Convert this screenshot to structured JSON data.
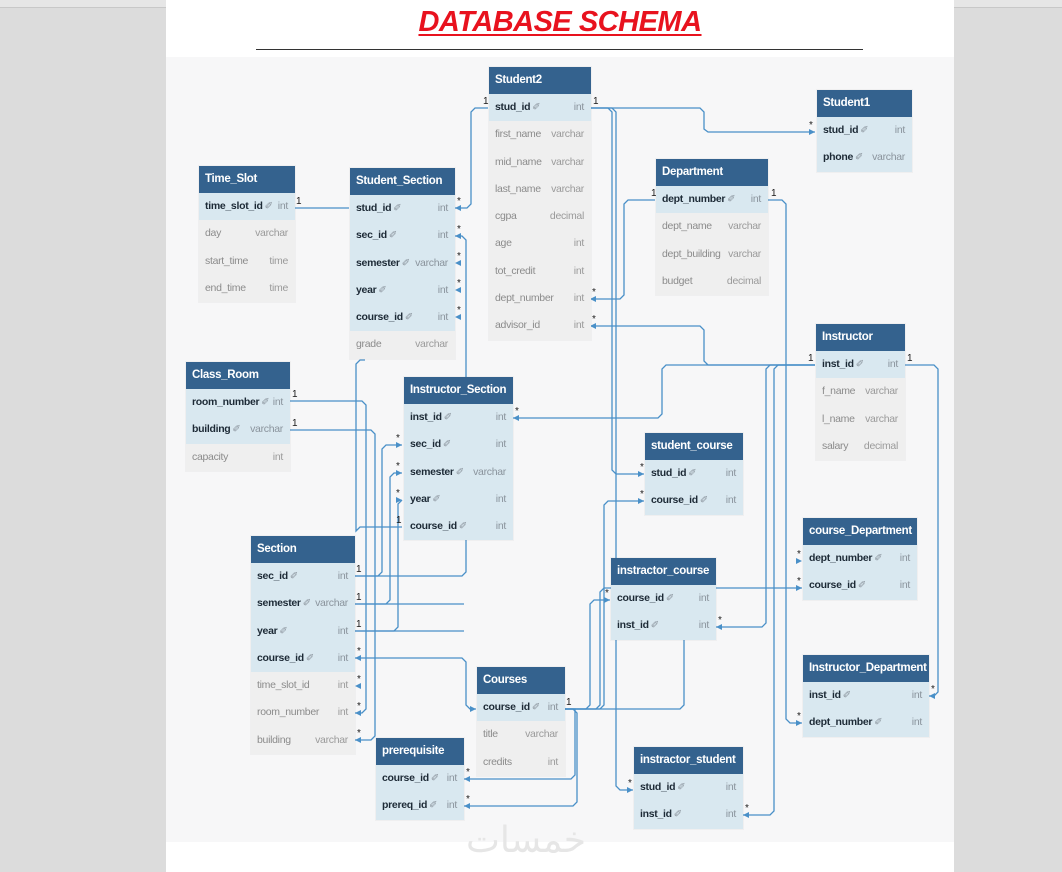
{
  "title": "DATABASE SCHEMA",
  "watermark": "خمسات",
  "colors": {
    "header": "#34628e",
    "key_row": "#d9e8f0",
    "plain_row": "#efefef",
    "line": "#4a90c8",
    "title": "#e8121e"
  },
  "tables": [
    {
      "id": "student2",
      "name": "Student2",
      "fields": [
        {
          "name": "stud_id",
          "type": "int",
          "key": true
        },
        {
          "name": "first_name",
          "type": "varchar",
          "key": false
        },
        {
          "name": "mid_name",
          "type": "varchar",
          "key": false
        },
        {
          "name": "last_name",
          "type": "varchar",
          "key": false
        },
        {
          "name": "cgpa",
          "type": "decimal",
          "key": false
        },
        {
          "name": "age",
          "type": "int",
          "key": false
        },
        {
          "name": "tot_credit",
          "type": "int",
          "key": false
        },
        {
          "name": "dept_number",
          "type": "int",
          "key": false
        },
        {
          "name": "advisor_id",
          "type": "int",
          "key": false
        }
      ]
    },
    {
      "id": "student1",
      "name": "Student1",
      "fields": [
        {
          "name": "stud_id",
          "type": "int",
          "key": true
        },
        {
          "name": "phone",
          "type": "varchar",
          "key": true
        }
      ]
    },
    {
      "id": "time_slot",
      "name": "Time_Slot",
      "fields": [
        {
          "name": "time_slot_id",
          "type": "int",
          "key": true
        },
        {
          "name": "day",
          "type": "varchar",
          "key": false
        },
        {
          "name": "start_time",
          "type": "time",
          "key": false
        },
        {
          "name": "end_time",
          "type": "time",
          "key": false
        }
      ]
    },
    {
      "id": "student_section",
      "name": "Student_Section",
      "fields": [
        {
          "name": "stud_id",
          "type": "int",
          "key": true
        },
        {
          "name": "sec_id",
          "type": "int",
          "key": true
        },
        {
          "name": "semester",
          "type": "varchar",
          "key": true
        },
        {
          "name": "year",
          "type": "int",
          "key": true
        },
        {
          "name": "course_id",
          "type": "int",
          "key": true
        },
        {
          "name": "grade",
          "type": "varchar",
          "key": false
        }
      ]
    },
    {
      "id": "department",
      "name": "Department",
      "fields": [
        {
          "name": "dept_number",
          "type": "int",
          "key": true
        },
        {
          "name": "dept_name",
          "type": "varchar",
          "key": false
        },
        {
          "name": "dept_building",
          "type": "varchar",
          "key": false
        },
        {
          "name": "budget",
          "type": "decimal",
          "key": false
        }
      ]
    },
    {
      "id": "instructor",
      "name": "Instructor",
      "fields": [
        {
          "name": "inst_id",
          "type": "int",
          "key": true
        },
        {
          "name": "f_name",
          "type": "varchar",
          "key": false
        },
        {
          "name": "l_name",
          "type": "varchar",
          "key": false
        },
        {
          "name": "salary",
          "type": "decimal",
          "key": false
        }
      ]
    },
    {
      "id": "class_room",
      "name": "Class_Room",
      "fields": [
        {
          "name": "room_number",
          "type": "int",
          "key": true
        },
        {
          "name": "building",
          "type": "varchar",
          "key": true
        },
        {
          "name": "capacity",
          "type": "int",
          "key": false
        }
      ]
    },
    {
      "id": "instructor_section",
      "name": "Instructor_Section",
      "fields": [
        {
          "name": "inst_id",
          "type": "int",
          "key": true
        },
        {
          "name": "sec_id",
          "type": "int",
          "key": true
        },
        {
          "name": "semester",
          "type": "varchar",
          "key": true
        },
        {
          "name": "year",
          "type": "int",
          "key": true
        },
        {
          "name": "course_id",
          "type": "int",
          "key": true
        }
      ]
    },
    {
      "id": "student_course",
      "name": "student_course",
      "fields": [
        {
          "name": "stud_id",
          "type": "int",
          "key": true
        },
        {
          "name": "course_id",
          "type": "int",
          "key": true
        }
      ]
    },
    {
      "id": "course_department",
      "name": "course_Department",
      "fields": [
        {
          "name": "dept_number",
          "type": "int",
          "key": true
        },
        {
          "name": "course_id",
          "type": "int",
          "key": true
        }
      ]
    },
    {
      "id": "section",
      "name": "Section",
      "fields": [
        {
          "name": "sec_id",
          "type": "int",
          "key": true
        },
        {
          "name": "semester",
          "type": "varchar",
          "key": true
        },
        {
          "name": "year",
          "type": "int",
          "key": true
        },
        {
          "name": "course_id",
          "type": "int",
          "key": true
        },
        {
          "name": "time_slot_id",
          "type": "int",
          "key": false
        },
        {
          "name": "room_number",
          "type": "int",
          "key": false
        },
        {
          "name": "building",
          "type": "varchar",
          "key": false
        }
      ]
    },
    {
      "id": "instractor_course",
      "name": "instractor_course",
      "fields": [
        {
          "name": "course_id",
          "type": "int",
          "key": true
        },
        {
          "name": "inst_id",
          "type": "int",
          "key": true
        }
      ]
    },
    {
      "id": "instructor_department",
      "name": "Instructor_Department",
      "fields": [
        {
          "name": "inst_id",
          "type": "int",
          "key": true
        },
        {
          "name": "dept_number",
          "type": "int",
          "key": true
        }
      ]
    },
    {
      "id": "courses",
      "name": "Courses",
      "fields": [
        {
          "name": "course_id",
          "type": "int",
          "key": true
        },
        {
          "name": "title",
          "type": "varchar",
          "key": false
        },
        {
          "name": "credits",
          "type": "int",
          "key": false
        }
      ]
    },
    {
      "id": "prerequisite",
      "name": "prerequisite",
      "fields": [
        {
          "name": "course_id",
          "type": "int",
          "key": true
        },
        {
          "name": "prereq_id",
          "type": "int",
          "key": true
        }
      ]
    },
    {
      "id": "instractor_student",
      "name": "instractor_student",
      "fields": [
        {
          "name": "stud_id",
          "type": "int",
          "key": true
        },
        {
          "name": "inst_id",
          "type": "int",
          "key": true
        }
      ]
    }
  ],
  "relationships": [
    {
      "from": "student2.stud_id",
      "to": "student1.stud_id",
      "cardinality": "1:*"
    },
    {
      "from": "student2.stud_id",
      "to": "student_section.stud_id",
      "cardinality": "1:*"
    },
    {
      "from": "student2.stud_id",
      "to": "student_course.stud_id",
      "cardinality": "1:*"
    },
    {
      "from": "student2.stud_id",
      "to": "instractor_student.stud_id",
      "cardinality": "1:*"
    },
    {
      "from": "time_slot.time_slot_id",
      "to": "student_section.stud_id",
      "cardinality": "1:1"
    },
    {
      "from": "department.dept_number",
      "to": "student2.dept_number",
      "cardinality": "1:*"
    },
    {
      "from": "department.dept_number",
      "to": "instructor_department.dept_number",
      "cardinality": "1:*"
    },
    {
      "from": "instructor.inst_id",
      "to": "student2.advisor_id",
      "cardinality": "1:*"
    },
    {
      "from": "instructor.inst_id",
      "to": "instructor_section.inst_id",
      "cardinality": "1:*"
    },
    {
      "from": "instructor.inst_id",
      "to": "instractor_course.inst_id",
      "cardinality": "1:*"
    },
    {
      "from": "instructor.inst_id",
      "to": "instractor_student.inst_id",
      "cardinality": "1:*"
    },
    {
      "from": "instructor.inst_id",
      "to": "instructor_department.inst_id",
      "cardinality": "1:*"
    },
    {
      "from": "class_room.room_number",
      "to": "section.room_number",
      "cardinality": "1:*"
    },
    {
      "from": "class_room.building",
      "to": "section.building",
      "cardinality": "1:*"
    },
    {
      "from": "section.sec_id",
      "to": "student_section.sec_id",
      "cardinality": "1:*"
    },
    {
      "from": "section.sec_id",
      "to": "instructor_section.sec_id",
      "cardinality": "1:*"
    },
    {
      "from": "section.semester",
      "to": "instructor_section.semester",
      "cardinality": "1:*"
    },
    {
      "from": "section.year",
      "to": "instructor_section.year",
      "cardinality": "1:*"
    },
    {
      "from": "courses.course_id",
      "to": "section.course_id",
      "cardinality": "1:*"
    },
    {
      "from": "courses.course_id",
      "to": "student_course.course_id",
      "cardinality": "1:*"
    },
    {
      "from": "courses.course_id",
      "to": "instractor_course.course_id",
      "cardinality": "1:*"
    },
    {
      "from": "courses.course_id",
      "to": "course_department.course_id",
      "cardinality": "1:*"
    },
    {
      "from": "courses.course_id",
      "to": "prerequisite.course_id",
      "cardinality": "1:*"
    },
    {
      "from": "courses.course_id",
      "to": "prerequisite.prereq_id",
      "cardinality": "1:*"
    }
  ]
}
